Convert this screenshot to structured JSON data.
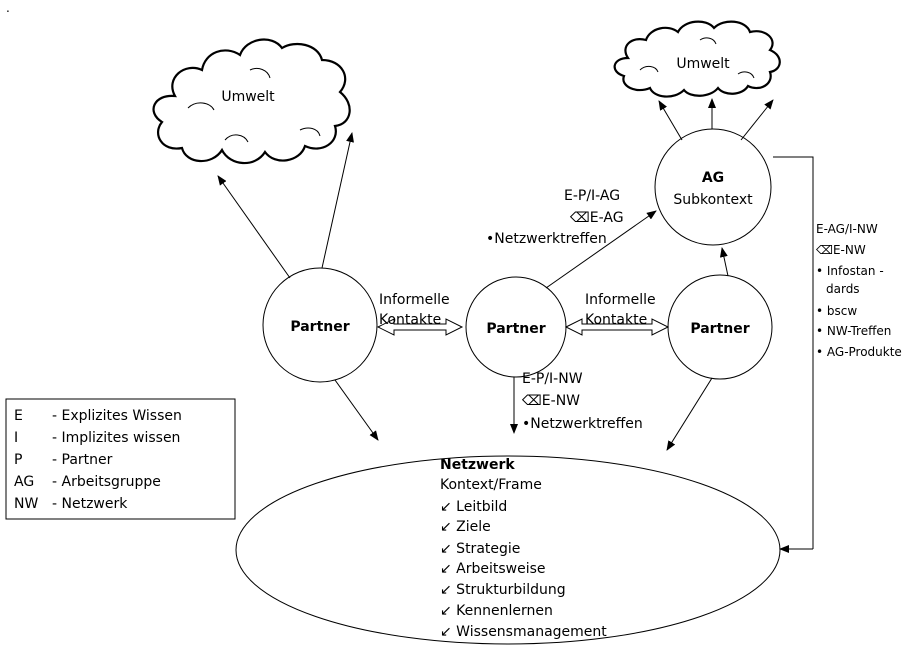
{
  "umwelt_left": "Umwelt",
  "umwelt_right": "Umwelt",
  "partner_left": "Partner",
  "partner_middle": "Partner",
  "partner_right": "Partner",
  "informelle_kontakte_1": [
    "Informelle",
    "Kontakte"
  ],
  "informelle_kontakte_2": [
    "Informelle",
    "Kontakte"
  ],
  "ag": {
    "title": "AG",
    "subtitle": "Subkontext"
  },
  "label_p_ag": [
    "E-P/I-AG",
    "⌫E-AG",
    "•Netzwerktreffen"
  ],
  "label_p_nw": [
    "E-P/I-NW",
    "⌫E-NW",
    "•Netzwerktreffen"
  ],
  "label_ag_nw": [
    "E-AG/I-NW",
    "⌫E-NW",
    "• Infostan -",
    "dards",
    "• bscw",
    "• NW-Treffen",
    "• AG-Produkte"
  ],
  "netzwerk": {
    "title": "Netzwerk",
    "subtitle": "Kontext/Frame",
    "items": [
      "↙ Leitbild",
      "↙ Ziele",
      "↙ Strategie",
      "↙ Arbeitsweise",
      "↙ Strukturbildung",
      "↙ Kennenlernen",
      "↙ Wissensmanagement"
    ]
  },
  "legend": [
    {
      "abbr": "E",
      "desc": "- Explizites Wissen"
    },
    {
      "abbr": "I",
      "desc": "- Implizites wissen"
    },
    {
      "abbr": "P",
      "desc": "- Partner"
    },
    {
      "abbr": "AG",
      "desc": "- Arbeitsgruppe"
    },
    {
      "abbr": "NW",
      "desc": "- Netzwerk"
    }
  ],
  "corner_mark": "."
}
